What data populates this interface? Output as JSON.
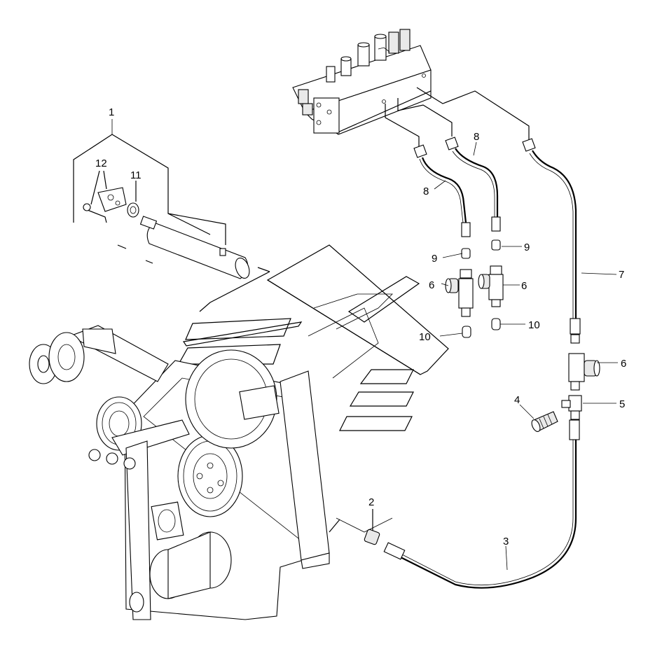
{
  "callouts": [
    {
      "id": "c1",
      "label": "1"
    },
    {
      "id": "c12",
      "label": "12"
    },
    {
      "id": "c11",
      "label": "11"
    },
    {
      "id": "c8a",
      "label": "8"
    },
    {
      "id": "c8b",
      "label": "8"
    },
    {
      "id": "c9a",
      "label": "9"
    },
    {
      "id": "c9b",
      "label": "9"
    },
    {
      "id": "c6a",
      "label": "6"
    },
    {
      "id": "c6b",
      "label": "6"
    },
    {
      "id": "c6c",
      "label": "6"
    },
    {
      "id": "c10a",
      "label": "10"
    },
    {
      "id": "c10b",
      "label": "10"
    },
    {
      "id": "c7",
      "label": "7"
    },
    {
      "id": "c4",
      "label": "4"
    },
    {
      "id": "c5",
      "label": "5"
    },
    {
      "id": "c2",
      "label": "2"
    },
    {
      "id": "c3",
      "label": "3"
    }
  ]
}
